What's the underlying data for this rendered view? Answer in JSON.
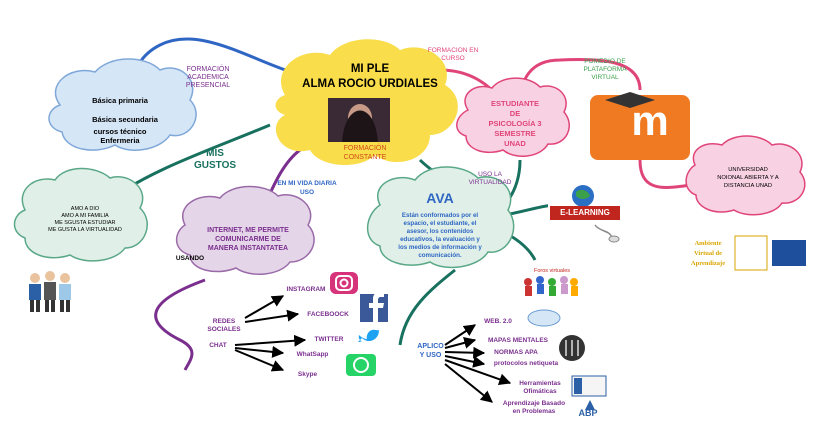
{
  "center": {
    "title_line1": "MI PLE",
    "title_line2": "ALMA ROCIO URDIALES",
    "caption_line1": "FORMACIÓN",
    "caption_line2": "CONSTANTE"
  },
  "formacion_presencial": {
    "label_line1": "FORMACIÓN",
    "label_line2": "ACADEMICA",
    "label_line3": "PRESENCIAL",
    "items": [
      "Básica primaria",
      "Básica secundaria",
      "cursos técnico",
      "Enfermeria"
    ]
  },
  "gustos": {
    "label_line1": "MIS",
    "label_line2": "GUSTOS",
    "items": [
      "AMO A DIO",
      "AMO A MI FAMILIA",
      "ME SGUSTA ESTUDIAR",
      "ME GUSTA LA VIRTUALIDAD"
    ]
  },
  "vida_diaria": {
    "label_line1": "EN MI VIDA DIARIA",
    "label_line2": "USO",
    "cloud_line1": "INTERNET, ME PERMITE",
    "cloud_line2": "COMUNICARME DE",
    "cloud_line3": "MANERA INSTANTATEA",
    "usando": "USANDO",
    "redes_line1": "REDES",
    "redes_line2": "SOCIALES",
    "chat": "CHAT",
    "apps": [
      "INSTAGRAM",
      "FACEBOOCK",
      "TWITTER",
      "WhatSapp",
      "Skype"
    ]
  },
  "ava": {
    "title": "AVA",
    "desc_lines": [
      "Están conformados por el",
      "espacio, el estudiante, el",
      "asesor, los contenidos",
      "educativos, la evaluación y",
      "los medios de información y",
      "comunicación."
    ],
    "uso_line1": "USO LA",
    "uso_line2": "VIRTUALIDAD",
    "elearning": "E-LEARNING",
    "foros": "Foros virtuales"
  },
  "estudiante": {
    "formacion_line1": "FORMACION EN",
    "formacion_line2": "CURSO",
    "cloud_lines": [
      "ESTUDIANTE",
      "DE",
      "PSICOLOGÍA 3",
      "SEMESTRE",
      "UNAD"
    ],
    "plataforma_line1": "POMEDIO DE",
    "plataforma_line2": "PLATAFORMA",
    "plataforma_line3": "VIRTUAL",
    "universidad_lines": [
      "UNIVERSIDAD",
      "NOIONAL ABIERTA Y A",
      "DISTANCIA UNAD"
    ],
    "ava_logo_lines": [
      "Ambiente",
      "Virtual de",
      "Aprendizaje"
    ],
    "moodle_letter": "m"
  },
  "aplico": {
    "label_line1": "APLICO",
    "label_line2": "Y USO",
    "items": [
      "WEB. 2.0",
      "MAPAS MENTALES",
      "NORMAS APA",
      "protocolos netiqueta",
      "Herramientas",
      "Ofimáticas",
      "Aprendizaje Basado",
      "en Problemas"
    ],
    "abp": "ABP"
  },
  "colors": {
    "background": "#111111",
    "yellow_cloud": "#f9dd4a",
    "pink_cloud": "#f8d2e2",
    "green_cloud": "#e0f0e8",
    "blue_cloud": "#d5e6f7",
    "purple_cloud": "#e5d5e8",
    "purple_text": "#7a2f8e",
    "teal_line": "#18715f",
    "pink_line": "#e0457a",
    "moodle_orange": "#f07a22"
  }
}
